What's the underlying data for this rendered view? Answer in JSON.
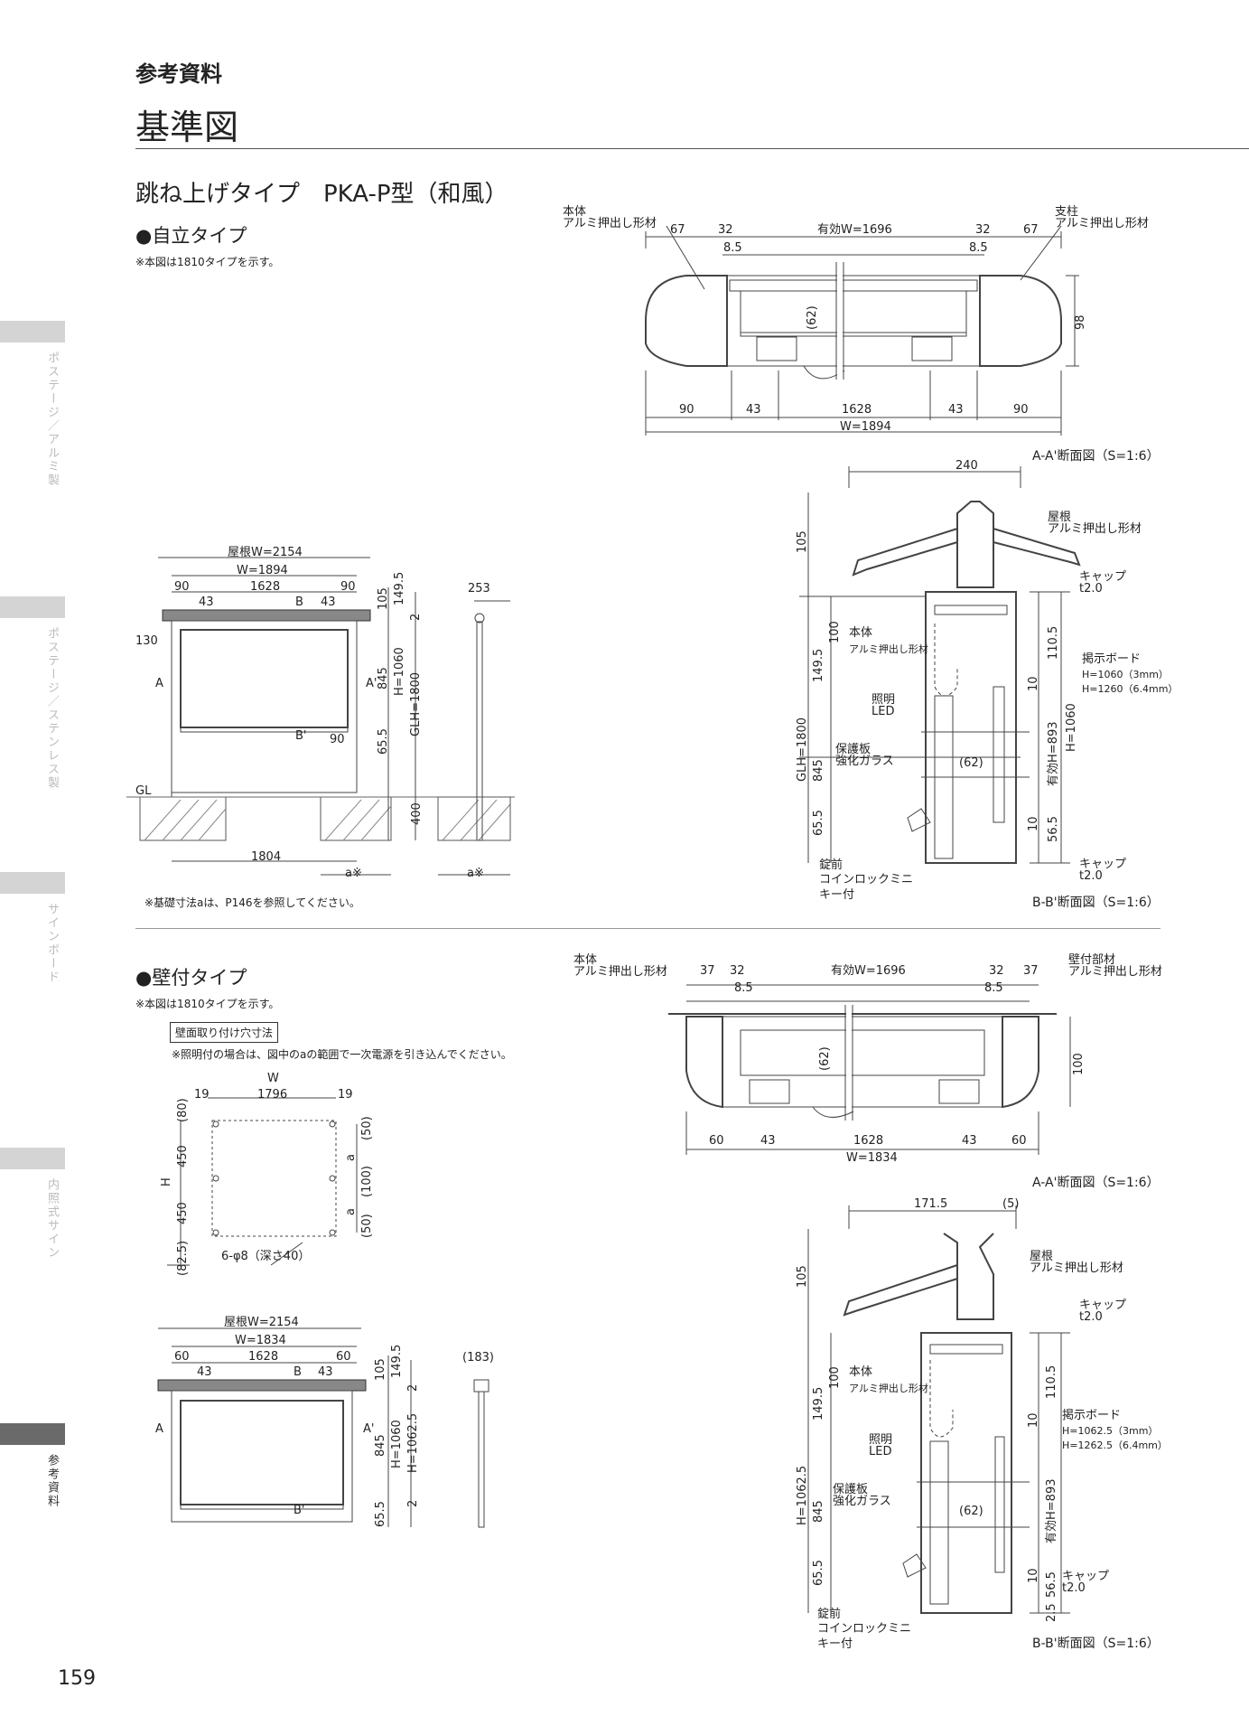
{
  "header": {
    "subtitle": "参考資料",
    "title": "基準図"
  },
  "section": {
    "title": "跳ね上げタイプ　PKA-P型（和風）"
  },
  "standalone": {
    "heading": "●自立タイプ",
    "note": "※本図は1810タイプを示す。",
    "foundation_note": "※基礎寸法aは、P146を参照してください。"
  },
  "wall": {
    "heading": "●壁付タイプ",
    "note": "※本図は1810タイプを示す。",
    "mount_box": "壁面取り付け穴寸法",
    "light_note": "※照明付の場合は、図中のaの範囲で一次電源を引き込んでください。"
  },
  "sidebar": [
    {
      "label": "ポステージ／アルミ製"
    },
    {
      "label": "ポステージ／ステンレス製"
    },
    {
      "label": "サインボード"
    },
    {
      "label": "内照式サイン"
    },
    {
      "label": "参考資料"
    }
  ],
  "page_number": "159",
  "d1": {
    "main_label": "本体\nアルミ押出し形材",
    "post_label": "支柱\nアルミ押出し形材",
    "top": [
      "67",
      "32",
      "有効W=1696",
      "32",
      "67"
    ],
    "sub": [
      "8.5",
      "8.5"
    ],
    "inner": "(62)",
    "side": "98",
    "bottom": [
      "90",
      "43",
      "1628",
      "43",
      "90"
    ],
    "total": "W=1894",
    "caption": "A-A'断面図（S=1:6）"
  },
  "d2": {
    "top": "240",
    "roof": "屋根\nアルミ押出し形材",
    "cap1": "キャップ\nt2.0",
    "body": "本体",
    "body2": "アルミ押出し形材",
    "light": "照明\nLED",
    "prot": "保護板\n強化ガラス",
    "board": "掲示ボード",
    "b1": "H=1060（3mm）",
    "b2": "H=1260（6.4mm）",
    "inner": "(62)",
    "cap2": "キャップ\nt2.0",
    "lock": "錠前\nコインロックミニ\nキー付",
    "v": [
      "105",
      "100",
      "149.5",
      "GLH=1800",
      "845",
      "65.5",
      "110.5",
      "10",
      "有効H=893",
      "H=1060",
      "10",
      "56.5"
    ],
    "caption": "B-B'断面図（S=1:6）"
  },
  "d3": {
    "roof": "屋根W=2154",
    "w": "W=1894",
    "top": [
      "90",
      "1628",
      "90"
    ],
    "sub": [
      "43",
      "43"
    ],
    "b": "B",
    "bp": "B'",
    "a": "A",
    "ap": "A'",
    "l130": "130",
    "l90": "90",
    "gl": "GL",
    "v": [
      "105",
      "149.5",
      "2",
      "845",
      "H=1060",
      "GLH=1800",
      "65.5",
      "400"
    ],
    "bottom": "1804",
    "am": "a※",
    "post": "253",
    "am2": "a※"
  },
  "d4": {
    "main_label": "本体\nアルミ押出し形材",
    "wall_label": "壁付部材\nアルミ押出し形材",
    "top": [
      "37",
      "32",
      "有効W=1696",
      "32",
      "37"
    ],
    "sub": [
      "8.5",
      "8.5"
    ],
    "inner": "(62)",
    "side": "100",
    "bottom": [
      "60",
      "43",
      "1628",
      "43",
      "60"
    ],
    "total": "W=1834",
    "caption": "A-A'断面図（S=1:6）"
  },
  "d5": {
    "w": "W",
    "top": [
      "19",
      "1796",
      "19"
    ],
    "left": [
      "(80)",
      "450",
      "H",
      "450",
      "(82.5)"
    ],
    "right": [
      "(50)",
      "a",
      "(100)",
      "a",
      "(50)"
    ],
    "hole": "6-φ8（深さ40）"
  },
  "d6": {
    "top": "171.5",
    "top2": "(5)",
    "roof": "屋根\nアルミ押出し形材",
    "cap1": "キャップ\nt2.0",
    "body": "本体",
    "body2": "アルミ押出し形材",
    "light": "照明\nLED",
    "prot": "保護板\n強化ガラス",
    "board": "掲示ボード",
    "b1": "H=1062.5（3mm）",
    "b2": "H=1262.5（6.4mm）",
    "inner": "(62)",
    "cap2": "キャップ\nt2.0",
    "lock": "錠前\nコインロックミニ\nキー付",
    "v": [
      "105",
      "100",
      "149.5",
      "H=1062.5",
      "845",
      "65.5",
      "110.5",
      "10",
      "有効H=893",
      "10",
      "56.5",
      "2.5"
    ],
    "caption": "B-B'断面図（S=1:6）"
  },
  "d7": {
    "roof": "屋根W=2154",
    "w": "W=1834",
    "top": [
      "60",
      "1628",
      "60"
    ],
    "sub": [
      "43",
      "43"
    ],
    "b": "B",
    "bp": "B'",
    "a": "A",
    "ap": "A'",
    "v": [
      "105",
      "149.5",
      "2",
      "845",
      "H=1060",
      "H=1062.5",
      "65.5",
      "2"
    ],
    "post": "(183)"
  }
}
